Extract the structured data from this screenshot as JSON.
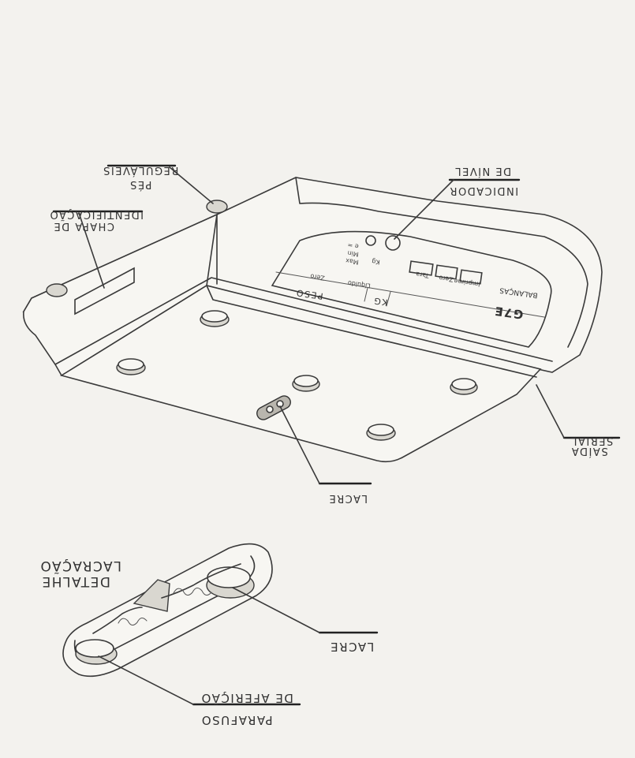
{
  "labels": {
    "pes_line1": "PÉS",
    "pes_line2": "REGULÁVEIS",
    "chapa_line1": "CHAPA DE",
    "chapa_line2": "IDENTIFICAÇÃO",
    "indicador_line1": "INDICADOR",
    "indicador_line2": "DE NÍVEL",
    "saida_line1": "SAÍDA",
    "saida_line2": "SERIAL",
    "lacre_top": "LACRE",
    "detalhe_line1": "DETALHE",
    "detalhe_line2": "LACRAÇÃO",
    "lacre_detail": "LACRE",
    "parafuso_line1": "PARAFUSO",
    "parafuso_line2": "DE AFERIÇÃO"
  },
  "panel": {
    "peso": "PESO",
    "kg": "KG",
    "zero": "Zero",
    "liquido": "Líquido",
    "max": "Max",
    "min": "Min",
    "e": "e =",
    "kg_small": "Kg",
    "brand_line1": "BALANÇAS",
    "brand_logo": "G7E",
    "key1": "Tara",
    "key2": "Zero",
    "key3": "Imprime"
  },
  "icons": [
    "leveling-foot-icon",
    "seal-screw-icon",
    "level-bubble-icon",
    "logo-mark"
  ]
}
